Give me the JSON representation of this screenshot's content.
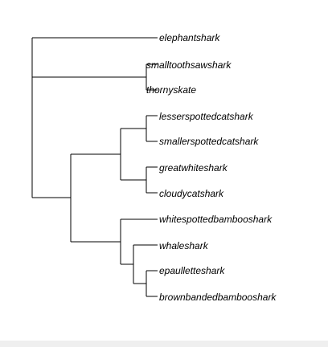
{
  "tree": {
    "leaves": [
      "elephantshark",
      "smalltoothsawshark",
      "thornyskate",
      "lesserspottedcatshark",
      "smallerspottedcatshark",
      "greatwhiteshark",
      "cloudycatshark",
      "whitespottedbambooshark",
      "whaleshark",
      "epaulletteshark",
      "brownbandedbambooshark"
    ],
    "topology": [
      "elephantshark",
      [
        "smalltoothsawshark",
        "thornyskate"
      ],
      [
        [
          [
            "lesserspottedcatshark",
            "smallerspottedcatshark"
          ],
          [
            "greatwhiteshark",
            "cloudycatshark"
          ]
        ],
        [
          "whitespottedbambooshark",
          [
            "whaleshark",
            [
              "epaulletteshark",
              "brownbandedbambooshark"
            ]
          ]
        ]
      ]
    ]
  },
  "colors": {
    "branch": "#000000",
    "label": "#000000",
    "background": "#ffffff"
  }
}
